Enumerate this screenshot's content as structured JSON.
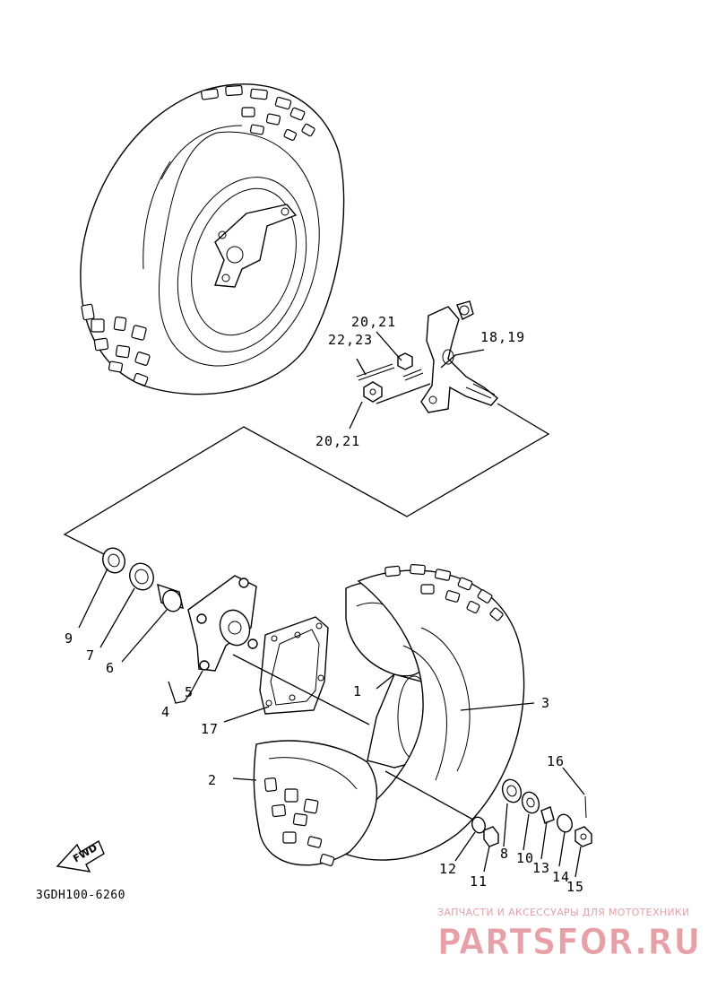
{
  "diagram": {
    "callouts": [
      {
        "id": "c-1",
        "text": "1"
      },
      {
        "id": "c-2",
        "text": "2"
      },
      {
        "id": "c-3",
        "text": "3"
      },
      {
        "id": "c-4",
        "text": "4"
      },
      {
        "id": "c-5",
        "text": "5"
      },
      {
        "id": "c-6",
        "text": "6"
      },
      {
        "id": "c-7",
        "text": "7"
      },
      {
        "id": "c-8",
        "text": "8"
      },
      {
        "id": "c-9",
        "text": "9"
      },
      {
        "id": "c-10",
        "text": "10"
      },
      {
        "id": "c-11",
        "text": "11"
      },
      {
        "id": "c-12",
        "text": "12"
      },
      {
        "id": "c-13",
        "text": "13"
      },
      {
        "id": "c-14",
        "text": "14"
      },
      {
        "id": "c-15",
        "text": "15"
      },
      {
        "id": "c-16",
        "text": "16"
      },
      {
        "id": "c-17",
        "text": "17"
      },
      {
        "id": "c-18-19",
        "text": "18,19"
      },
      {
        "id": "c-20-21-top",
        "text": "20,21"
      },
      {
        "id": "c-20-21-bottom",
        "text": "20,21"
      },
      {
        "id": "c-22-23",
        "text": "22,23"
      }
    ],
    "fwd_label": "FWD",
    "diagram_code": "3GDH100-6260"
  },
  "watermark": {
    "tagline": "ЗАПЧАСТИ И АКСЕССУАРЫ ДЛЯ МОТОТЕХНИКИ",
    "brand": "PARTSFOR.RU",
    "color": "#e8a0a6"
  }
}
